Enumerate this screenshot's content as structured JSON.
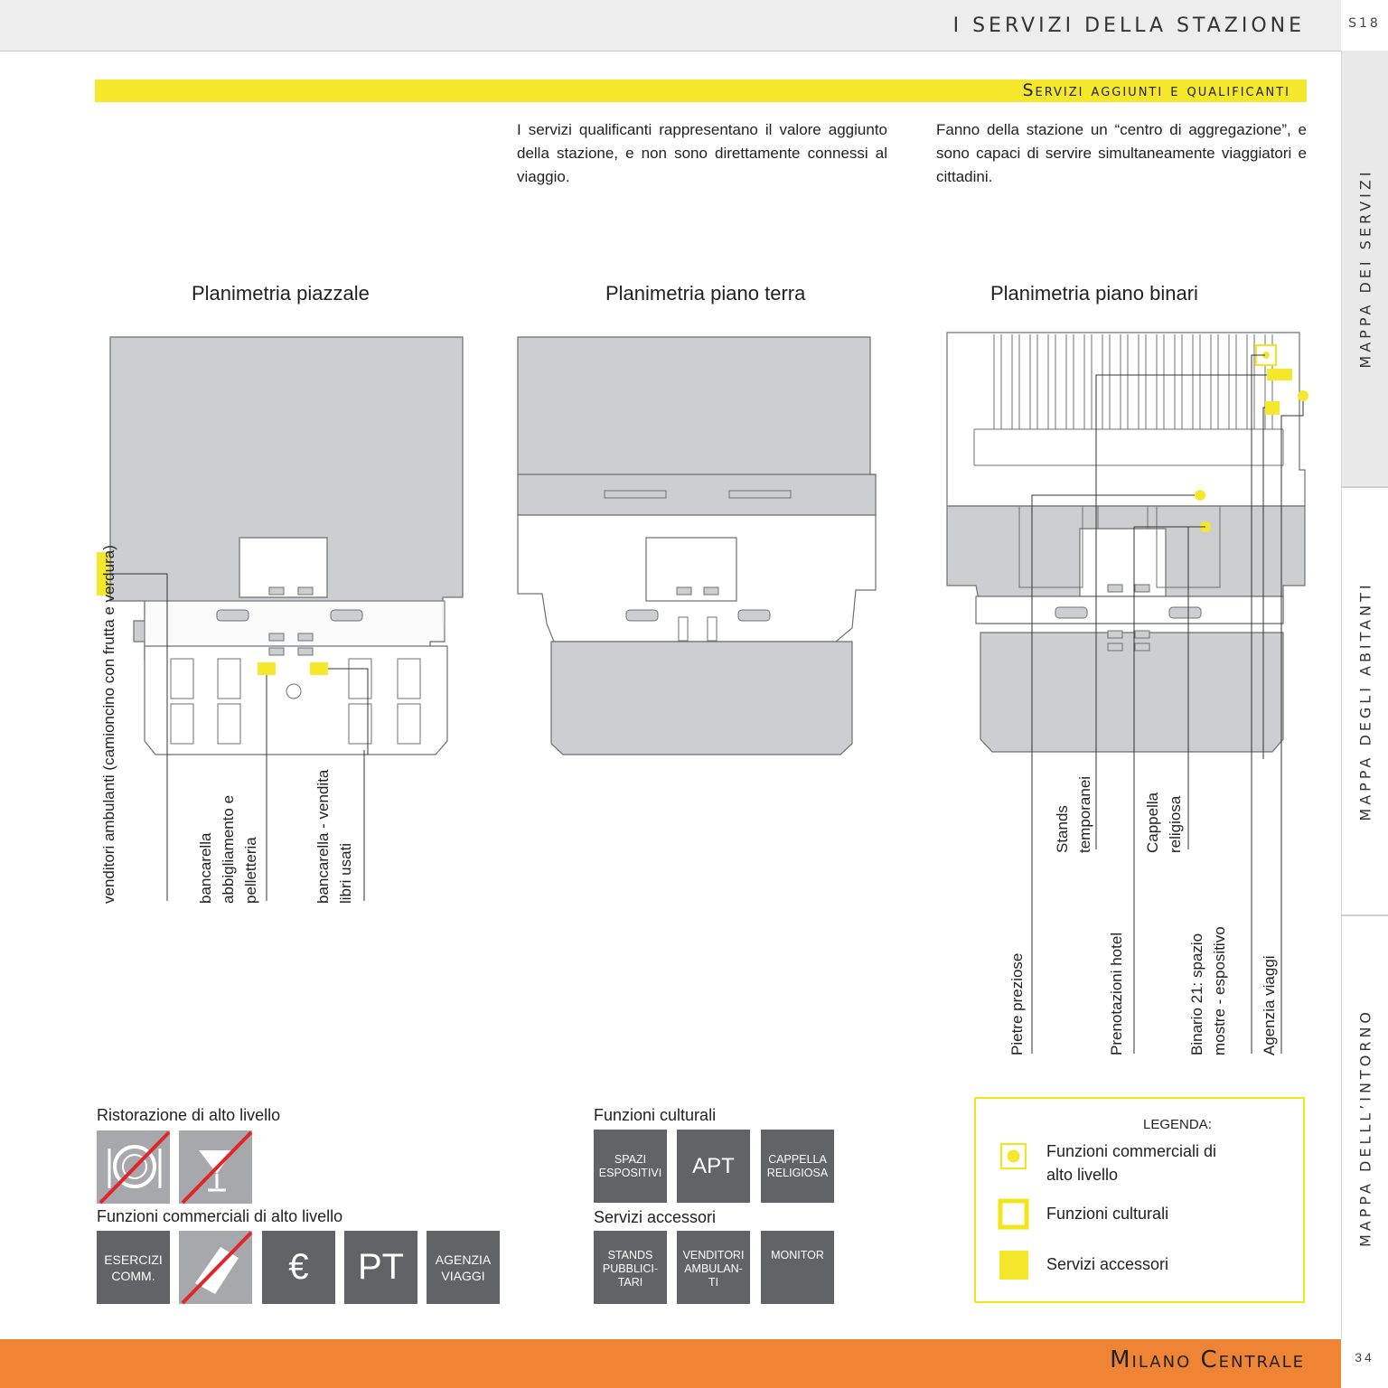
{
  "header": {
    "title": "I SERVIZI DELLA STAZIONE",
    "page_code": "S18"
  },
  "sidebar": {
    "tabs": [
      {
        "label": "MAPPA DEI SERVIZI"
      },
      {
        "label": "MAPPA DEGLI ABITANTI"
      },
      {
        "label": "MAPPA DELLL’INTORNO"
      }
    ]
  },
  "section": {
    "title": "Servizi aggiunti e qualificanti"
  },
  "intro": {
    "col1": "I servizi qualificanti rappresentano il valore aggiunto della stazione, e non sono direttamente connessi al viaggio.",
    "col2": "Fanno della stazione un “centro di aggregazione”, e sono capaci di servire simultaneamente viaggiatori e cittadini."
  },
  "plans": [
    {
      "title": "Planimetria piazzale"
    },
    {
      "title": "Planimetria piano terra"
    },
    {
      "title": "Planimetria piano binari"
    }
  ],
  "labels_piazzale": [
    "venditori ambulanti (camioncino con frutta e verdura)",
    "bancarella abbigliamento e pelletteria",
    "bancarella - vendita libri usati"
  ],
  "labels_binari": [
    "Stands temporanei",
    "Cappella religiosa",
    "Pietre preziose",
    "Prenotazioni hotel",
    "Binario 21: spazio mostre - espositivo",
    "Agenzia viaggi"
  ],
  "categories": {
    "ristorazione": {
      "title": "Ristorazione di alto livello",
      "icons": [
        "plate-cutlery-icon",
        "cocktail-glass-icon"
      ]
    },
    "commerciali": {
      "title": "Funzioni commerciali di alto livello",
      "tiles": [
        "ESERCIZI COMM.",
        "",
        "€",
        "PT",
        "AGENZIA VIAGGI"
      ]
    },
    "culturali": {
      "title": "Funzioni culturali",
      "tiles": [
        "SPAZI ESPOSITIVI",
        "APT",
        "CAPPELLA RELIGIOSA"
      ]
    },
    "accessori": {
      "title": "Servizi accessori",
      "tiles": [
        "STANDS PUBBLICI-TARI",
        "VENDITORI AMBULAN-TI",
        "MONITOR"
      ]
    }
  },
  "legend": {
    "title": "LEGENDA:",
    "items": [
      "Funzioni commerciali di alto livello",
      "Funzioni culturali",
      "Servizi accessori"
    ]
  },
  "footer": {
    "title": "Milano Centrale",
    "page_number": "34"
  },
  "colors": {
    "accent_yellow": "#f5e82c",
    "footer_orange": "#f08435",
    "tile_gray": "#616366",
    "plan_gray": "#ccced2"
  }
}
